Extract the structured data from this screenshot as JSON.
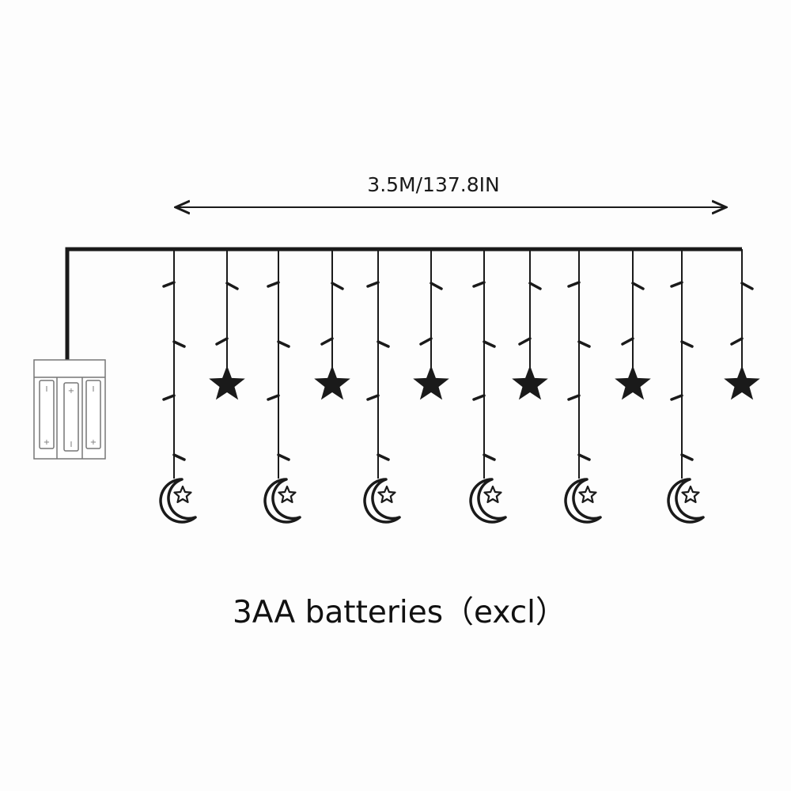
{
  "dimension": {
    "label": "3.5M/137.8IN"
  },
  "caption": {
    "text": "3AA batteries（excl）"
  },
  "colors": {
    "line": "#1a1a1a",
    "background": "#fdfdfd"
  },
  "ornaments": {
    "moon_star_strands": 6,
    "star_strands": 6
  },
  "battery_box": {
    "cells": 3
  }
}
